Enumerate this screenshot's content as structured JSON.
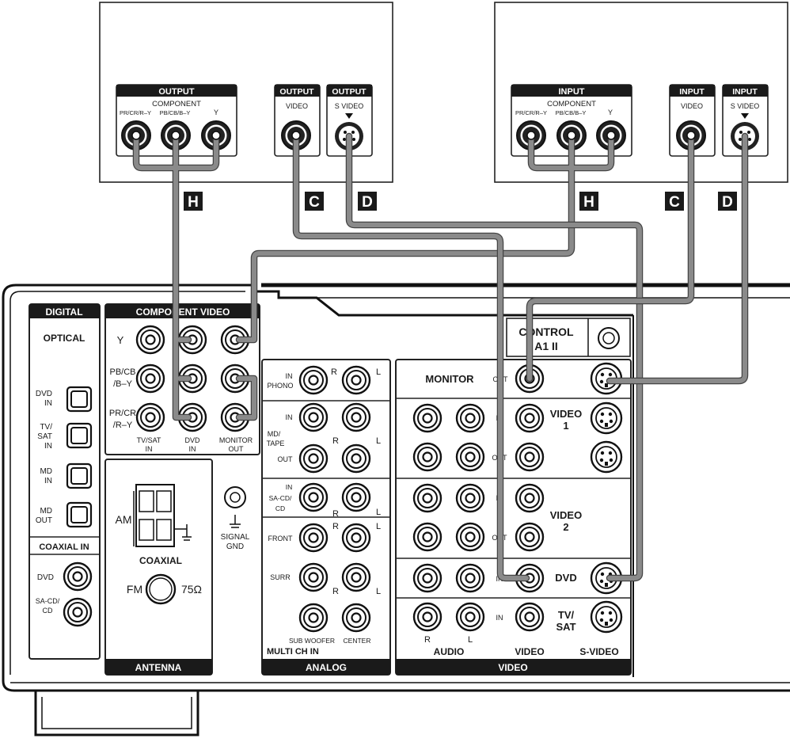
{
  "source_device": {
    "output_label": "OUTPUT",
    "component_label": "COMPONENT",
    "jack_pr": "PR/CR/R–Y",
    "jack_pb": "PB/CB/B–Y",
    "jack_y": "Y",
    "video_label": "VIDEO",
    "svideo_label": "S VIDEO"
  },
  "monitor_device": {
    "input_label": "INPUT",
    "component_label": "COMPONENT",
    "jack_pr": "PR/CR/R–Y",
    "jack_pb": "PB/CB/B–Y",
    "jack_y": "Y",
    "video_label": "VIDEO",
    "svideo_label": "S VIDEO"
  },
  "cable_tags": {
    "h": "H",
    "c": "C",
    "d": "D"
  },
  "receiver": {
    "digital": {
      "header": "DIGITAL",
      "optical": "OPTICAL",
      "dvd_in": [
        "DVD",
        "IN"
      ],
      "tvsat_in": [
        "TV/",
        "SAT",
        "IN"
      ],
      "md_in": [
        "MD",
        "IN"
      ],
      "md_out": [
        "MD",
        "OUT"
      ],
      "coaxial_in": "COAXIAL IN",
      "coax_dvd": "DVD",
      "coax_sacd": [
        "SA-CD/",
        "CD"
      ]
    },
    "component_video": {
      "header": "COMPONENT VIDEO",
      "row_y": "Y",
      "row_pb": [
        "PB/CB",
        "/B–Y"
      ],
      "row_pr": [
        "PR/CR",
        "/R–Y"
      ],
      "col_tvsat": [
        "TV/SAT",
        "IN"
      ],
      "col_dvd": [
        "DVD",
        "IN"
      ],
      "col_monitor": [
        "MONITOR",
        "OUT"
      ]
    },
    "antenna": {
      "header": "ANTENNA",
      "am": "AM",
      "coaxial": "COAXIAL",
      "fm": "FM",
      "ohm": "75Ω"
    },
    "signal_gnd": [
      "SIGNAL",
      "GND"
    ],
    "analog": {
      "header": "ANALOG",
      "phono": [
        "IN",
        "PHONO"
      ],
      "md_tape": [
        "MD/",
        "TAPE"
      ],
      "in": "IN",
      "out": "OUT",
      "sacd": [
        "IN",
        "SA-CD/",
        "CD"
      ],
      "front": "FRONT",
      "surr": "SURR",
      "subwoofer": "SUB WOOFER",
      "center": "CENTER",
      "multi_ch_in": "MULTI CH IN",
      "r": "R",
      "l": "L"
    },
    "control": [
      "CONTROL",
      "A1 II"
    ],
    "video": {
      "header": "VIDEO",
      "monitor": "MONITOR",
      "out": "OUT",
      "in": "IN",
      "video1": [
        "VIDEO",
        "1"
      ],
      "video2": [
        "VIDEO",
        "2"
      ],
      "dvd": "DVD",
      "tvsat": [
        "TV/",
        "SAT"
      ],
      "audio": "AUDIO",
      "r": "R",
      "l": "L",
      "col_video": "VIDEO",
      "col_svideo": "S-VIDEO"
    }
  }
}
